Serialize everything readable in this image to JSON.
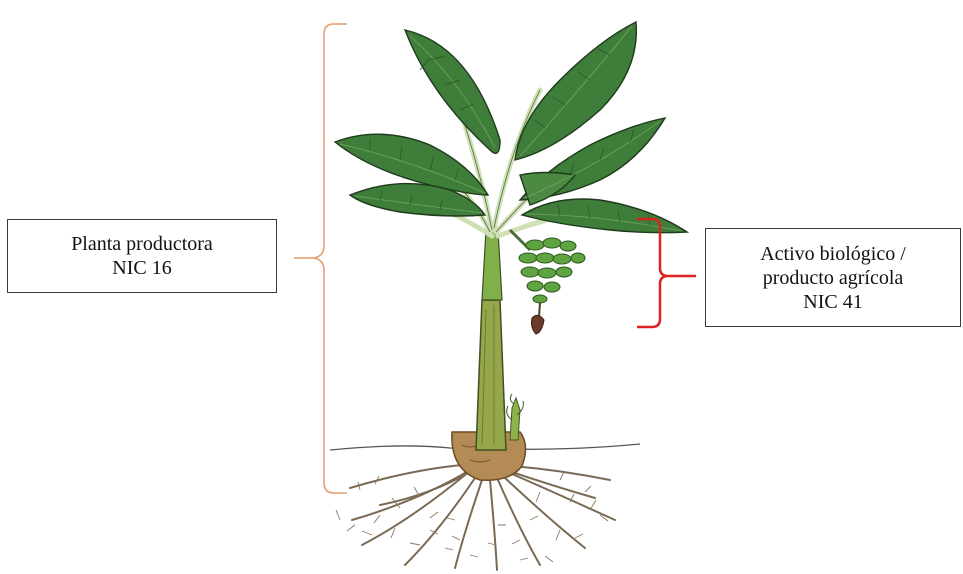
{
  "left_label": {
    "line1": "Planta productora",
    "line2": "NIC 16",
    "bracket_color": "#e69a6a"
  },
  "right_label": {
    "line1": "Activo biológico /",
    "line2": "producto agrícola",
    "line3": "NIC 41",
    "bracket_color": "#dd2222"
  },
  "illustration": {
    "subject": "banana-plant",
    "leaf_color": "#3f7d3a",
    "leaf_light_color": "#6a9e56",
    "stem_color": "#96a64a",
    "fruit_color": "#5fa441",
    "corm_color": "#b48a55",
    "root_color": "#7a6a55"
  }
}
